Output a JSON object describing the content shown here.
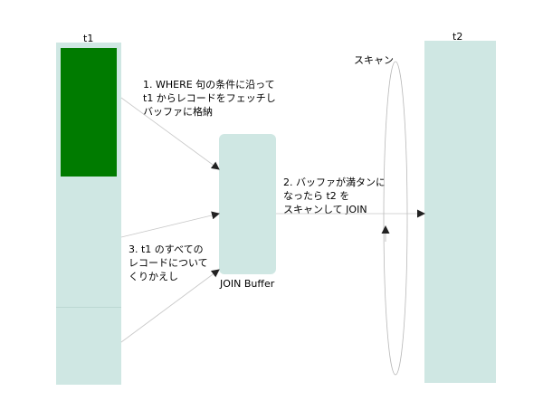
{
  "table_t1": {
    "label": "t1"
  },
  "table_t2": {
    "label": "t2"
  },
  "join_buffer": {
    "label": "JOIN Buffer"
  },
  "scan": {
    "label": "スキャン"
  },
  "step1": {
    "lines": [
      "1. WHERE 句の条件に沿って",
      "t1 からレコードをフェッチし",
      "バッファに格納"
    ]
  },
  "step2": {
    "lines": [
      "2.  バッファが満タンに",
      "なったら t2 を",
      "スキャンして JOIN"
    ]
  },
  "step3": {
    "lines": [
      "3. t1 のすべての",
      "レコードについて",
      "くりかえし"
    ]
  },
  "colors": {
    "table": "#cfe7e3",
    "fetched": "#007b00",
    "arrow": "#c8c8c8"
  }
}
